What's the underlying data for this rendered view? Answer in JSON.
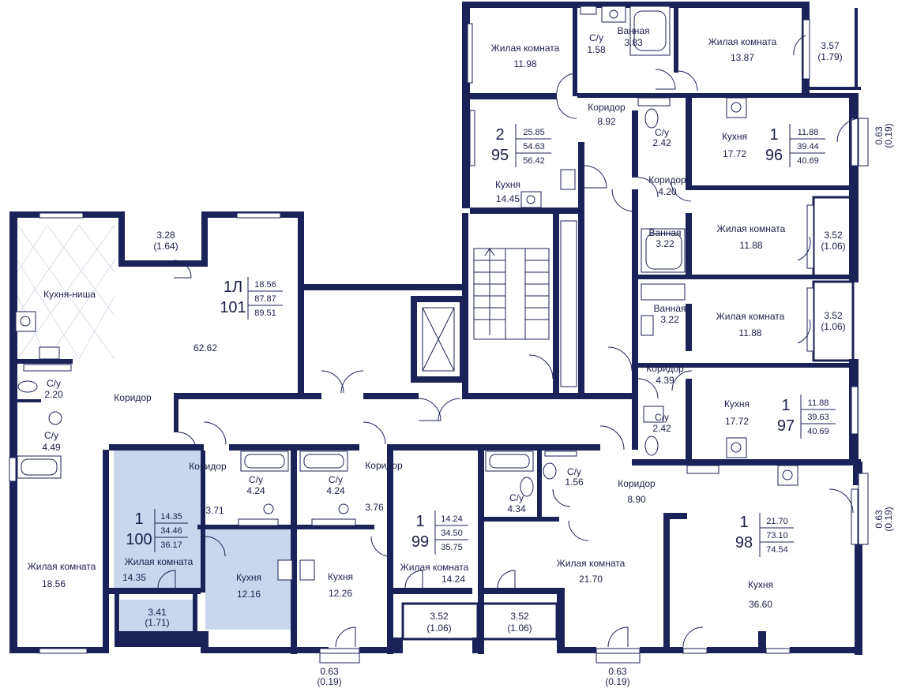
{
  "colors": {
    "wall": "#1b2257",
    "highlight": "#c9d6ee",
    "text": "#1b1f4b"
  },
  "rooms": {
    "r01": [
      "Жилая комната",
      "11.98"
    ],
    "r02": [
      "С/у",
      "1.58"
    ],
    "r03": [
      "Ванная",
      "3.83"
    ],
    "r04": [
      "Жилая комната",
      "13.87"
    ],
    "r05": [
      "Коридор",
      "8.92"
    ],
    "r06": [
      "Кухня",
      "14.45"
    ],
    "r07": [
      "С/у",
      "2.42"
    ],
    "r08": [
      "Кухня",
      "17.72"
    ],
    "r09": [
      "Коридор",
      "4.20"
    ],
    "r10": [
      "Ванная",
      "3.22"
    ],
    "r11": [
      "Жилая комната",
      "11.88"
    ],
    "r12": [
      "Ванная",
      "3.22"
    ],
    "r13": [
      "Жилая комната",
      "11.88"
    ],
    "r14": [
      "Коридор",
      "4.39"
    ],
    "r15": [
      "С/у",
      "2.42"
    ],
    "r16": [
      "Кухня",
      "17.72"
    ],
    "r17": [
      "Кухня-ниша",
      ""
    ],
    "r18": [
      "",
      "62.62"
    ],
    "r19": [
      "С/у",
      "2.20"
    ],
    "r20": [
      "С/у",
      "4.49"
    ],
    "r21": [
      "Коридор",
      ""
    ],
    "r22": [
      "Жилая комната",
      "18.56"
    ],
    "r23": [
      "Коридор",
      ""
    ],
    "r24": [
      "",
      "3.71"
    ],
    "r25": [
      "С/у",
      "4.24"
    ],
    "r26": [
      "С/у",
      "4.24"
    ],
    "r27": [
      "Коридор",
      ""
    ],
    "r28": [
      "",
      "3.76"
    ],
    "r29": [
      "Жилая комната",
      "14.35"
    ],
    "r30": [
      "Кухня",
      "12.16"
    ],
    "r31": [
      "Кухня",
      "12.26"
    ],
    "r32": [
      "Жилая комната",
      "14.24"
    ],
    "r33": [
      "С/у",
      "4.34"
    ],
    "r34": [
      "С/у",
      "1.56"
    ],
    "r35": [
      "Коридор",
      "8.90"
    ],
    "r36": [
      "Жилая комната",
      "21.70"
    ],
    "r37": [
      "Кухня",
      "36.60"
    ]
  },
  "balconies": {
    "b01": [
      "3.57",
      "(1.79)"
    ],
    "b02": [
      "3.28",
      "(1.64)"
    ],
    "b03": [
      "3.52",
      "(1.06)"
    ],
    "b04": [
      "3.52",
      "(1.06)"
    ],
    "b05": [
      "3.41",
      "(1.71)"
    ],
    "b06": [
      "3.52",
      "(1.06)"
    ],
    "b07": [
      "3.52",
      "(1.06)"
    ],
    "b08": [
      "0.63",
      "(0.19)"
    ],
    "b09": [
      "0.63",
      "(0.19)"
    ],
    "b10": [
      "0.63",
      "(0.19)"
    ],
    "b11": [
      "0.63",
      "(0.19)"
    ]
  },
  "apartments": {
    "a95": {
      "rooms": "2",
      "number": "95",
      "areas": [
        "25.85",
        "54.63",
        "56.42"
      ]
    },
    "a96": {
      "rooms": "1",
      "number": "96",
      "areas": [
        "11.88",
        "39.44",
        "40.69"
      ]
    },
    "a101": {
      "rooms": "1Л",
      "number": "101",
      "areas": [
        "18.56",
        "87.87",
        "89.51"
      ]
    },
    "a97": {
      "rooms": "1",
      "number": "97",
      "areas": [
        "11.88",
        "39.63",
        "40.69"
      ]
    },
    "a100": {
      "rooms": "1",
      "number": "100",
      "areas": [
        "14.35",
        "34.46",
        "36.17"
      ]
    },
    "a99": {
      "rooms": "1",
      "number": "99",
      "areas": [
        "14.24",
        "34.50",
        "35.75"
      ]
    },
    "a98": {
      "rooms": "1",
      "number": "98",
      "areas": [
        "21.70",
        "73.10",
        "74.54"
      ]
    }
  }
}
